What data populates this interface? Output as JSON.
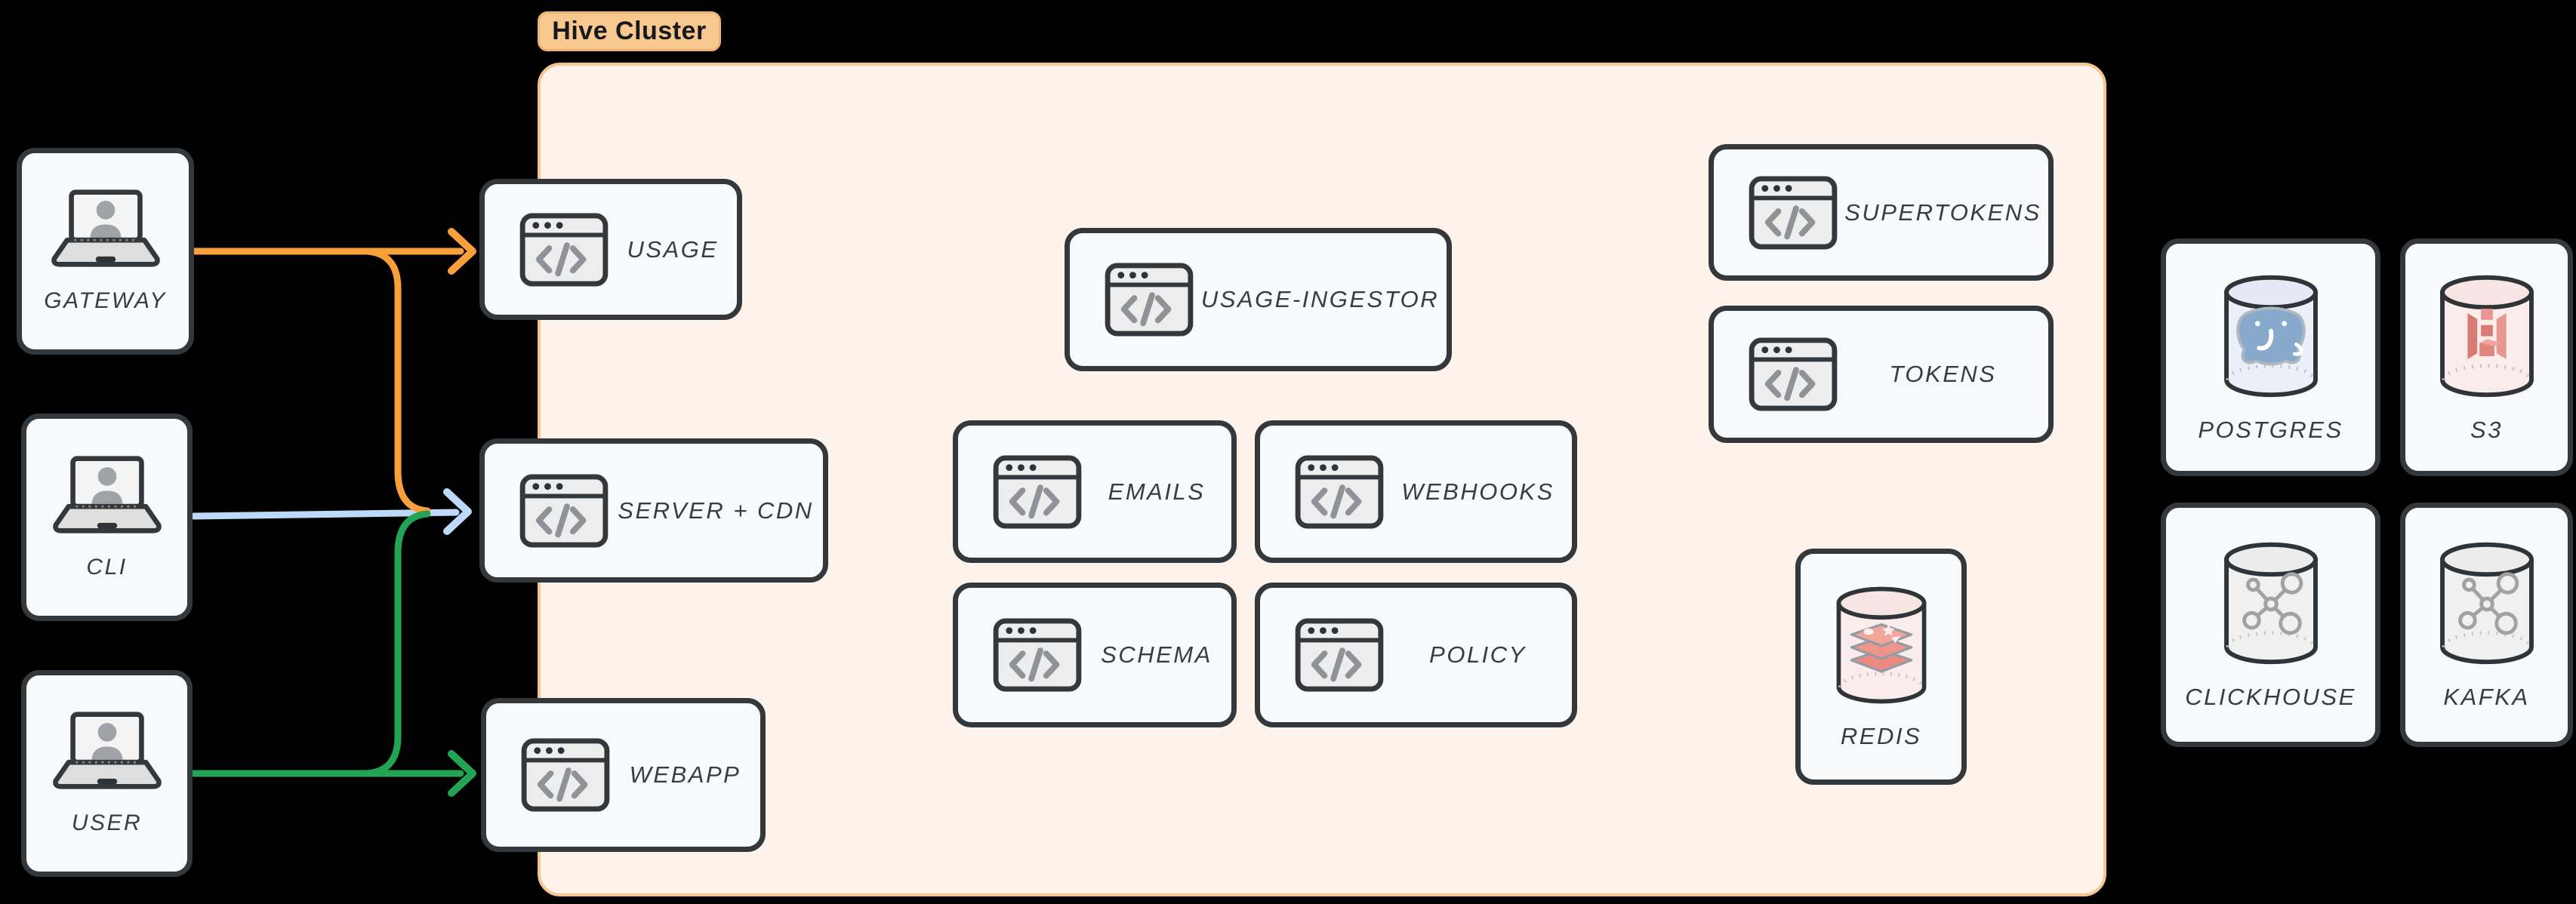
{
  "diagram_title": "Hive Cluster",
  "colors": {
    "background": "#000000",
    "cluster_fill": "#FDF3EB",
    "cluster_border": "#F6C690",
    "badge_fill": "#F8C98F",
    "node_fill": "#F8F9FA",
    "node_border": "#33383D",
    "arrow_orange": "#F9A03C",
    "arrow_blue": "#BCD9F7",
    "arrow_green": "#23A455"
  },
  "cluster": {
    "badge_label": "Hive Cluster",
    "services": [
      {
        "id": "usage",
        "label": "USAGE",
        "icon": "code-window-icon"
      },
      {
        "id": "server-cdn",
        "label": "SERVER + CDN",
        "icon": "code-window-icon"
      },
      {
        "id": "webapp",
        "label": "WEBAPP",
        "icon": "code-window-icon"
      },
      {
        "id": "usage-ingestor",
        "label": "USAGE-INGESTOR",
        "icon": "code-window-icon"
      },
      {
        "id": "emails",
        "label": "EMAILS",
        "icon": "code-window-icon"
      },
      {
        "id": "webhooks",
        "label": "WEBHOOKS",
        "icon": "code-window-icon"
      },
      {
        "id": "schema",
        "label": "SCHEMA",
        "icon": "code-window-icon"
      },
      {
        "id": "policy",
        "label": "POLICY",
        "icon": "code-window-icon"
      },
      {
        "id": "supertokens",
        "label": "SUPERTOKENS",
        "icon": "code-window-icon"
      },
      {
        "id": "tokens",
        "label": "TOKENS",
        "icon": "code-window-icon"
      },
      {
        "id": "redis",
        "label": "REDIS",
        "icon": "redis-database-icon"
      }
    ]
  },
  "clients": [
    {
      "id": "gateway",
      "label": "GATEWAY",
      "icon": "laptop-user-icon",
      "arrow_color": "#F9A03C"
    },
    {
      "id": "cli",
      "label": "CLI",
      "icon": "laptop-user-icon",
      "arrow_color": "#BCD9F7"
    },
    {
      "id": "user",
      "label": "USER",
      "icon": "laptop-user-icon",
      "arrow_color": "#23A455"
    }
  ],
  "datastores": [
    {
      "id": "postgres",
      "label": "POSTGRES",
      "icon": "postgres-database-icon"
    },
    {
      "id": "s3",
      "label": "S3",
      "icon": "s3-database-icon"
    },
    {
      "id": "clickhouse",
      "label": "CLICKHOUSE",
      "icon": "clickhouse-database-icon"
    },
    {
      "id": "kafka",
      "label": "KAFKA",
      "icon": "kafka-database-icon"
    }
  ],
  "edges": [
    {
      "from": "GATEWAY",
      "to": "USAGE",
      "color": "#F9A03C"
    },
    {
      "from": "GATEWAY",
      "to": "SERVER + CDN",
      "color": "#F9A03C"
    },
    {
      "from": "CLI",
      "to": "SERVER + CDN",
      "color": "#BCD9F7"
    },
    {
      "from": "USER",
      "to": "SERVER + CDN",
      "color": "#23A455"
    },
    {
      "from": "USER",
      "to": "WEBAPP",
      "color": "#23A455"
    }
  ]
}
